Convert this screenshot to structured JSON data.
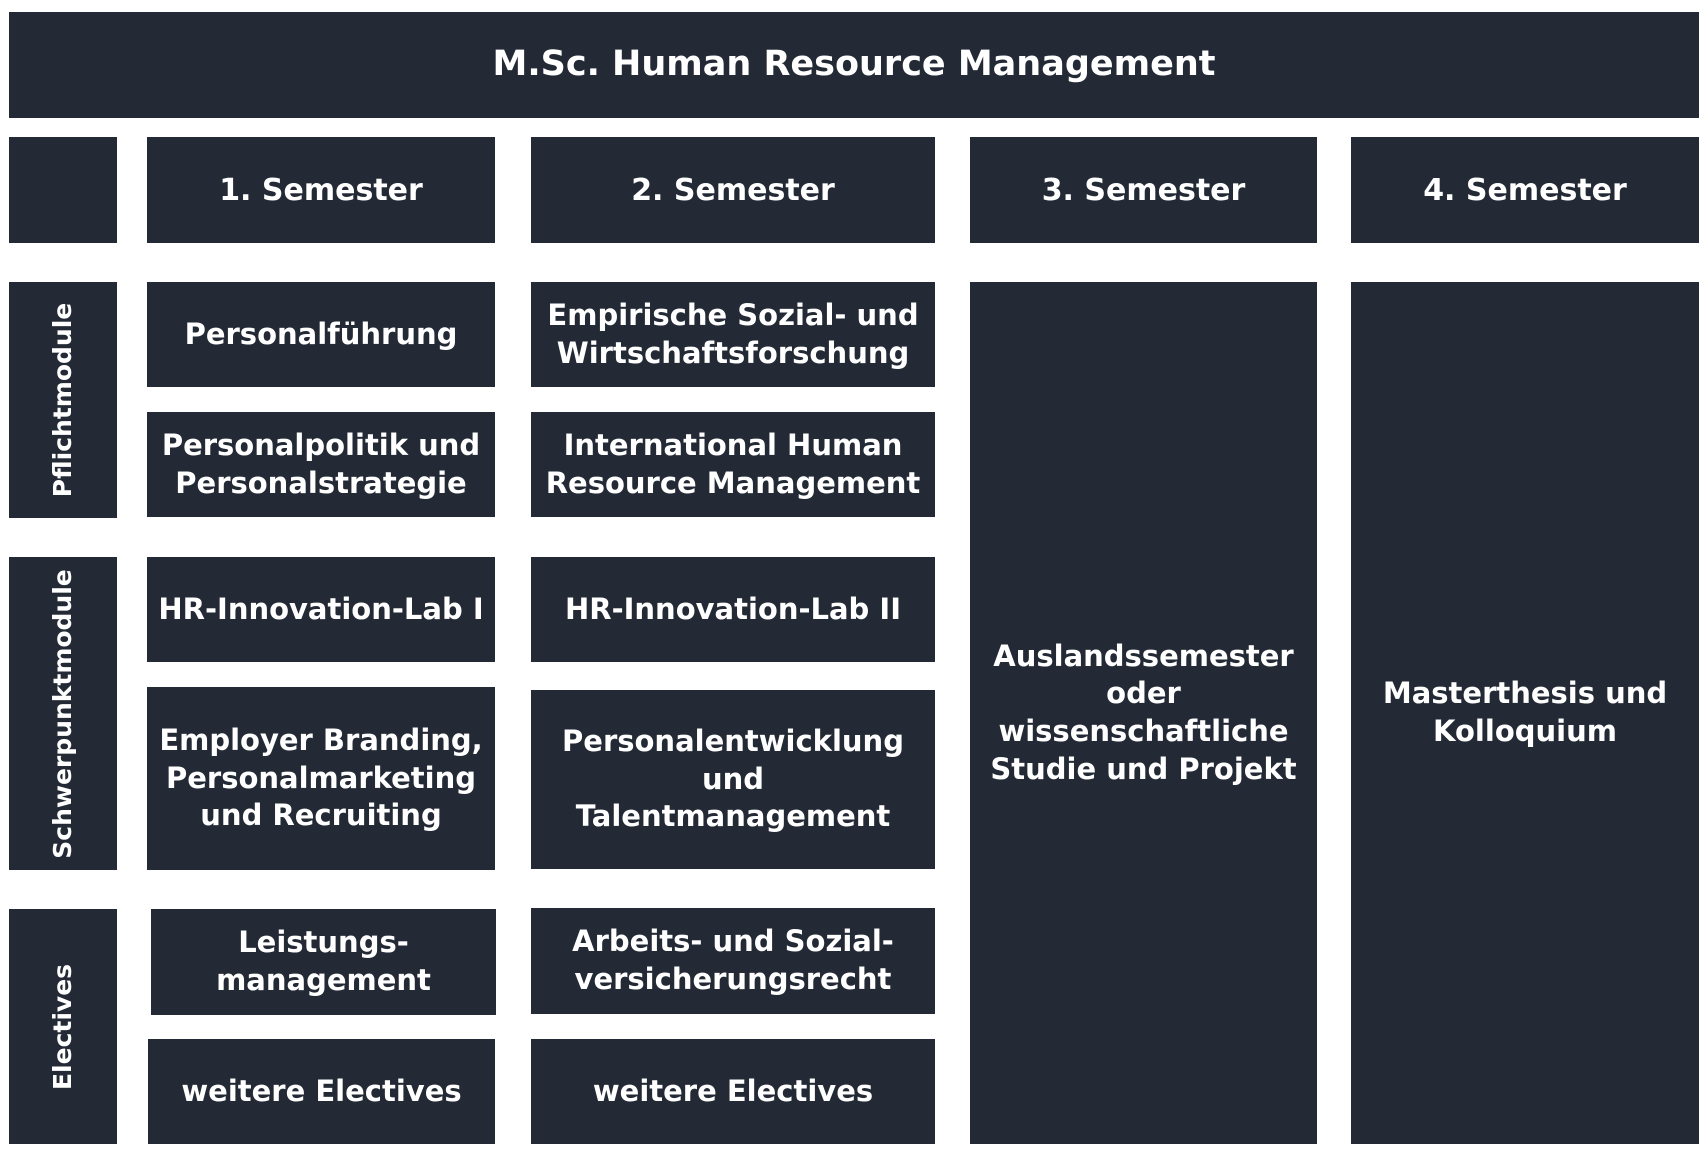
{
  "title": "M.Sc. Human Resource Management",
  "semesters": [
    "1. Semester",
    "2. Semester",
    "3. Semester",
    "4. Semester"
  ],
  "categories": {
    "pflicht": "Pflichtmodule",
    "schwerpunkt": "Schwerpunktmodule",
    "electives": "Electives"
  },
  "modules": {
    "s1_pflicht_1": "Personalführung",
    "s1_pflicht_2": "Personalpolitik und\nPersonalstrategie",
    "s2_pflicht_1": "Empirische Sozial- und\nWirtschaftsforschung",
    "s2_pflicht_2": "International Human\nResource Management",
    "s1_schwer_1": "HR-Innovation-Lab I",
    "s1_schwer_2": "Employer Branding,\nPersonalmarketing\nund Recruiting",
    "s2_schwer_1": "HR-Innovation-Lab II",
    "s2_schwer_2": "Personalentwicklung\nund Talentmanagement",
    "s1_elect_1": "Leistungs-\nmanagement",
    "s1_elect_2": "weitere Electives",
    "s2_elect_1": "Arbeits- und Sozial-\nversicherungsrecht",
    "s2_elect_2": "weitere Electives",
    "s3_all": "Auslandssemester\noder\nwissenschaftliche\nStudie und Projekt",
    "s4_all": "Masterthesis und\nKolloquium"
  },
  "colors": {
    "box": "#232a35",
    "text": "#ffffff",
    "background": "#ffffff"
  }
}
